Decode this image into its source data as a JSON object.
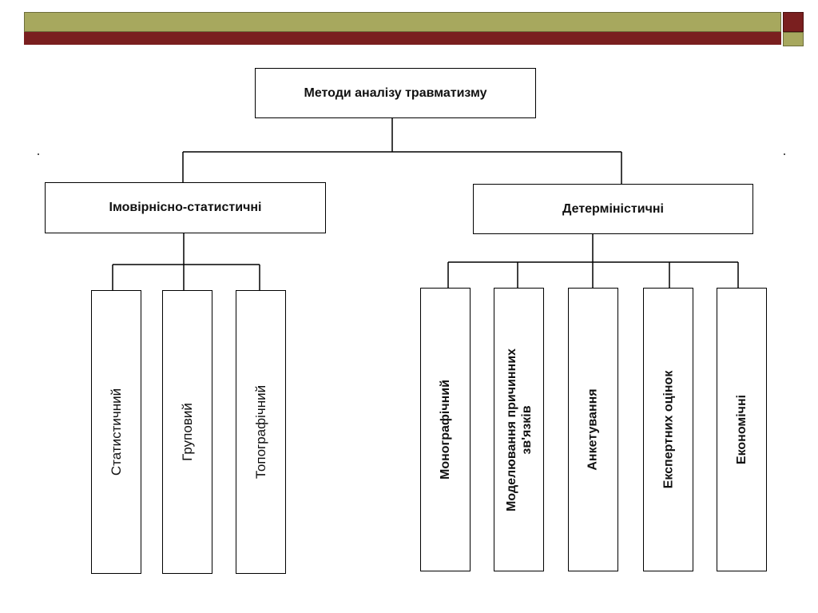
{
  "colors": {
    "olive": "#a7a85e",
    "maroon": "#7a1f1f"
  },
  "root": {
    "label": "Методи аналізу травматизму"
  },
  "branches": [
    {
      "label": "Імовірнісно-статистичні",
      "children": [
        "Статистичний",
        "Груповий",
        "Топографічний"
      ]
    },
    {
      "label": "Детерміністичні",
      "children": [
        "Монографічний",
        "Моделювання причинних\nзв'язків",
        "Анкетування",
        "Експертних оцінок",
        "Економічні"
      ]
    }
  ]
}
